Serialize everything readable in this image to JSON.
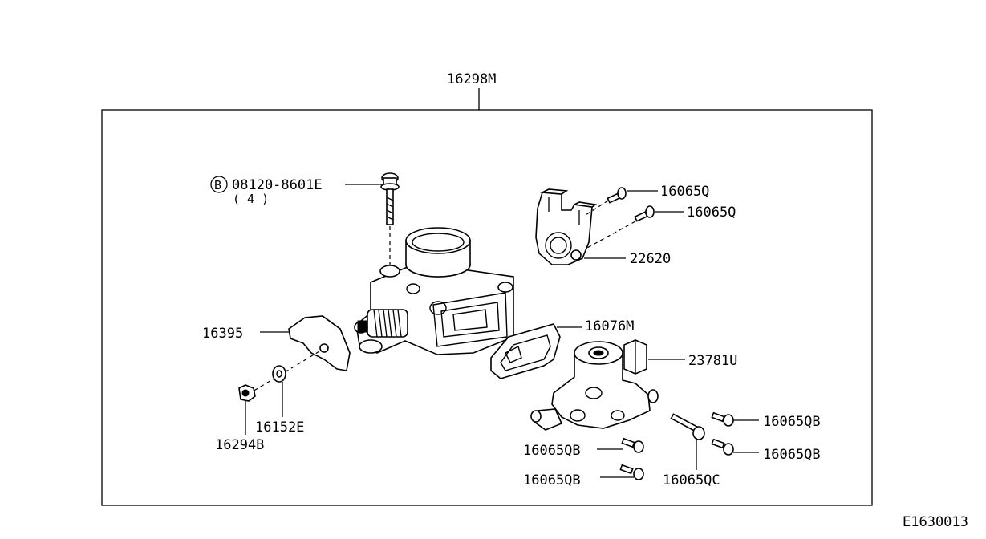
{
  "diagram": {
    "assembly_label": "16298M",
    "figure_code": "E1630013",
    "bolt_symbol": "B",
    "parts": [
      {
        "key": "bolt_main",
        "label": "08120-8601E",
        "qty": "( 4 )"
      },
      {
        "key": "tps_screw_1",
        "label": "16065Q"
      },
      {
        "key": "tps_screw_2",
        "label": "16065Q"
      },
      {
        "key": "tps_sensor",
        "label": "22620"
      },
      {
        "key": "gasket",
        "label": "16076M"
      },
      {
        "key": "iacv",
        "label": "23781U"
      },
      {
        "key": "lever",
        "label": "16395"
      },
      {
        "key": "washer",
        "label": "16152E"
      },
      {
        "key": "nut",
        "label": "16294B"
      },
      {
        "key": "iacv_screw_1",
        "label": "16065QB"
      },
      {
        "key": "iacv_screw_2",
        "label": "16065QB"
      },
      {
        "key": "iacv_screw_3",
        "label": "16065QB"
      },
      {
        "key": "iacv_screw_4",
        "label": "16065QB"
      },
      {
        "key": "iacv_screw_long",
        "label": "16065QC"
      }
    ]
  }
}
